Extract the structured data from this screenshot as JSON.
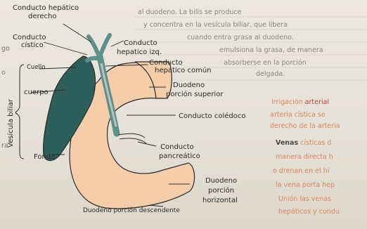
{
  "labels": {
    "hepatic_right": [
      "Conducto hepático",
      "derecho"
    ],
    "cystic": [
      "Conducto",
      "cístico"
    ],
    "hepatic_left": [
      "Conducto",
      "hepatico izq."
    ],
    "hepatic_common": [
      "Conducto",
      "hepatico común"
    ],
    "vesicula_title": "Vesícula biliar",
    "cuello": "Cuello",
    "cuerpo": "cuerpo",
    "fondo": "Fondo",
    "duo_superior": [
      "Duodeno",
      "porción superior"
    ],
    "coledoco": "Conducto colédoco",
    "pancreatico": [
      "Conducto",
      "pancreático"
    ],
    "duo_horizontal": [
      "Duodeno",
      "porción",
      "horizontal"
    ],
    "duo_descendente": "Duodeno porción descendente"
  },
  "side_marks": {
    "left_go": "go",
    "left_o": "o",
    "left_ra": "ra"
  },
  "notes": {
    "top_lines": [
      "al duodeno. La bilis se produce",
      "y concentra en la vesícula biliar, que libera",
      "cuando entra grasa al duodeno.",
      "emulsiona la grasa, de manera",
      "absorberse en la porción",
      "delgada."
    ],
    "irrigation_prefix": "Irrigación ",
    "irrigation_highlight": "arterial",
    "irrigation_lines": [
      "arteria cística se",
      "derecho de la arteria"
    ],
    "veins_head": "Venas",
    "veins_head_rest": " císticas d",
    "veins_lines": [
      "manera directa h",
      "o drenan en el hí",
      "la vena porta hep",
      "Unión las venas",
      "hepáticos y condu"
    ]
  },
  "colors": {
    "gallbladder": "#2e5f5a",
    "duodenum": "#f4cdaa",
    "duct": "#5f8f8a",
    "duct_core": "#b9c2c0",
    "ink": "#2a2a2a"
  }
}
